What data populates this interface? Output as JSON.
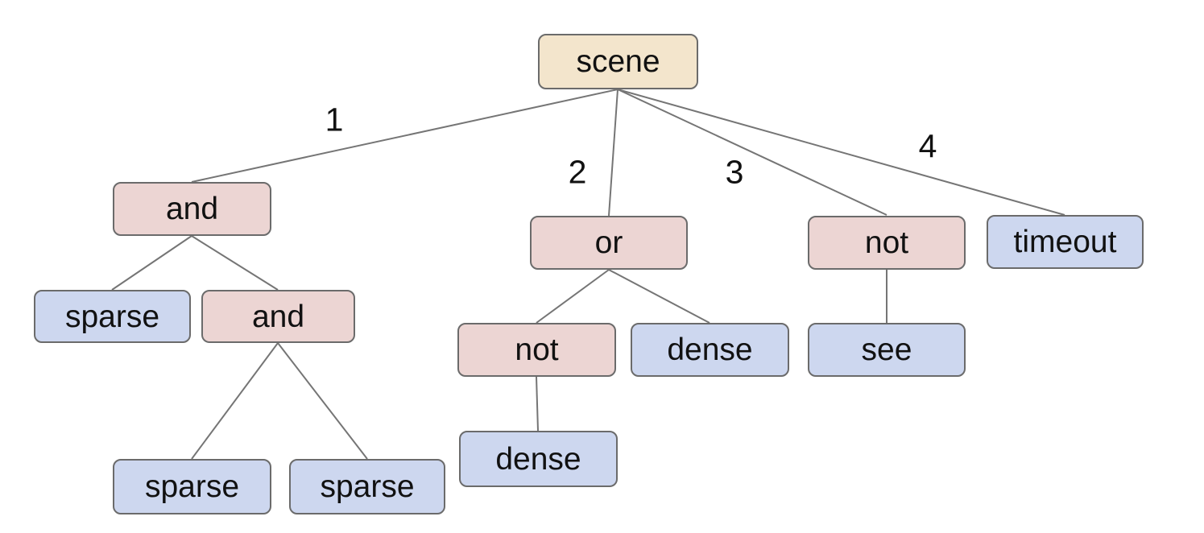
{
  "diagram": {
    "type": "tree",
    "colors": {
      "root_fill": "#F3E5CC",
      "operator_fill": "#ECD5D3",
      "leaf_fill": "#CDD7EF",
      "node_border": "#6B6B6B",
      "edge_line": "#757575",
      "text": "#111111"
    },
    "tree": {
      "label": "scene",
      "children": [
        {
          "edge": "1",
          "label": "and",
          "children": [
            {
              "label": "sparse",
              "children": []
            },
            {
              "label": "and",
              "children": [
                {
                  "label": "sparse",
                  "children": []
                },
                {
                  "label": "sparse",
                  "children": []
                }
              ]
            }
          ]
        },
        {
          "edge": "2",
          "label": "or",
          "children": [
            {
              "label": "not",
              "children": [
                {
                  "label": "dense",
                  "children": []
                }
              ]
            },
            {
              "label": "dense",
              "children": []
            }
          ]
        },
        {
          "edge": "3",
          "label": "not",
          "children": [
            {
              "label": "see",
              "children": []
            }
          ]
        },
        {
          "edge": "4",
          "label": "timeout",
          "children": []
        }
      ]
    }
  }
}
